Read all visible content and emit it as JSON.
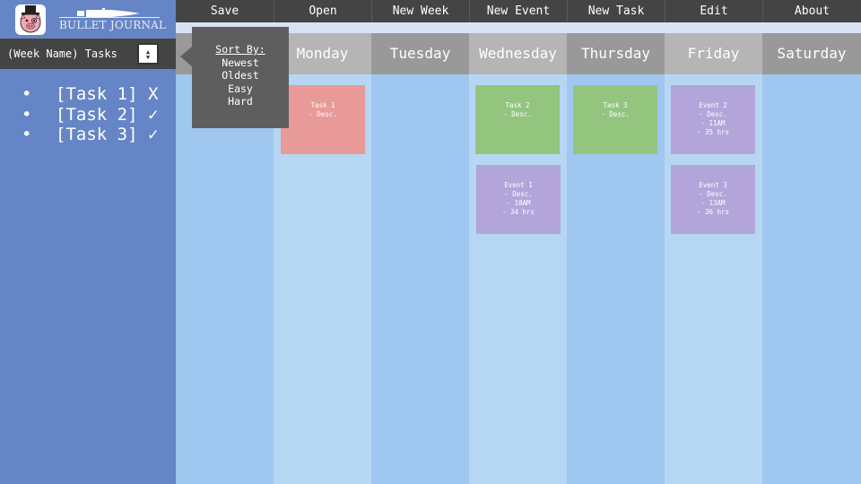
{
  "app": {
    "brand": "BULLET JOURNAL",
    "logo_icon": "pig-with-top-hat-icon",
    "pen_icon": "fountain-pen-icon"
  },
  "menubar": {
    "items": [
      "Save",
      "Open",
      "New Week",
      "New Event",
      "New Task",
      "Edit",
      "About"
    ]
  },
  "sidebar": {
    "title": "(Week Name) Tasks",
    "sort_icon": "up-down-arrows-icon",
    "sort_up": "▲",
    "sort_down": "▼",
    "tasks": [
      {
        "bullet": "•",
        "label": "[Task 1]",
        "status": "X"
      },
      {
        "bullet": "•",
        "label": "[Task 2]",
        "status": "✓"
      },
      {
        "bullet": "•",
        "label": "[Task 3]",
        "status": "✓"
      }
    ]
  },
  "sort_popup": {
    "title": "Sort By:",
    "options": [
      "Newest",
      "Oldest",
      "Easy",
      "Hard"
    ]
  },
  "days": [
    "Monday",
    "Tuesday",
    "Wednesday",
    "Thursday",
    "Friday",
    "Saturday"
  ],
  "cards": {
    "task1": "Task 1\n- Desc.",
    "task2": "Task 2\n- Desc.",
    "task3": "Task 3\n- Desc.",
    "event1": "Event 1\n- Desc.\n- 10AM\n- 34 hrs",
    "event2": "Event 2\n- Desc.\n- 11AM\n- 35 hrs",
    "event3": "Event 3\n- Desc.\n- 13AM\n- 36 hrs"
  },
  "colors": {
    "sidebar": "#6585c6",
    "task_red": "#e89a98",
    "task_green": "#93c57f",
    "event_purple": "#b3a5da"
  }
}
